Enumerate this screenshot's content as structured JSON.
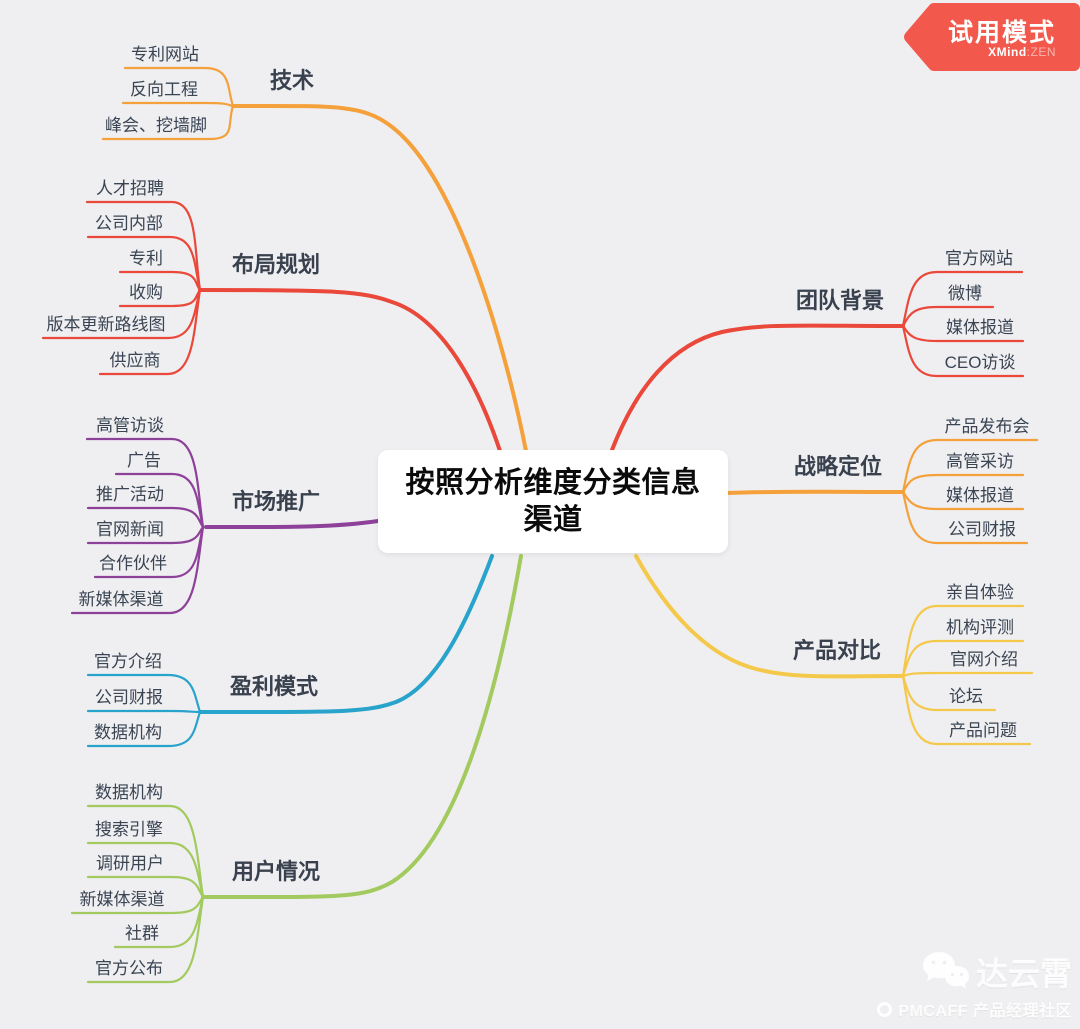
{
  "canvas": {
    "background": "#EFEFF1",
    "text_color": "#3A4453"
  },
  "root": {
    "label": "按照分析维度分类信息渠道"
  },
  "branches": [
    {
      "label": "技术",
      "color": "#F4A13C",
      "children": [
        "专利网站",
        "反向工程",
        "峰会、挖墙脚"
      ]
    },
    {
      "label": "布局规划",
      "color": "#E9483A",
      "children": [
        "人才招聘",
        "公司内部",
        "专利",
        "收购",
        "版本更新路线图",
        "供应商"
      ]
    },
    {
      "label": "市场推广",
      "color": "#8E4199",
      "children": [
        "高管访谈",
        "广告",
        "推广活动",
        "官网新闻",
        "合作伙伴",
        "新媒体渠道"
      ]
    },
    {
      "label": "盈利模式",
      "color": "#28A3CB",
      "children": [
        "官方介绍",
        "公司财报",
        "数据机构"
      ]
    },
    {
      "label": "用户情况",
      "color": "#A3CA5F",
      "children": [
        "数据机构",
        "搜索引擎",
        "调研用户",
        "新媒体渠道",
        "社群",
        "官方公布"
      ]
    },
    {
      "label": "团队背景",
      "color": "#E9483A",
      "children": [
        "官方网站",
        "微博",
        "媒体报道",
        "CEO访谈"
      ]
    },
    {
      "label": "战略定位",
      "color": "#F4A13C",
      "children": [
        "产品发布会",
        "高管采访",
        "媒体报道",
        "公司财报"
      ]
    },
    {
      "label": "产品对比",
      "color": "#F4C94B",
      "children": [
        "亲自体验",
        "机构评测",
        "官网介绍",
        "论坛",
        "产品问题"
      ]
    }
  ],
  "badge": {
    "label": "试用模式",
    "brand": "XMind",
    "brand_suffix": ":ZEN",
    "color": "#F2594C"
  },
  "watermark": {
    "line1": "达云霄",
    "line2": "PMCAFF 产品经理社区"
  }
}
